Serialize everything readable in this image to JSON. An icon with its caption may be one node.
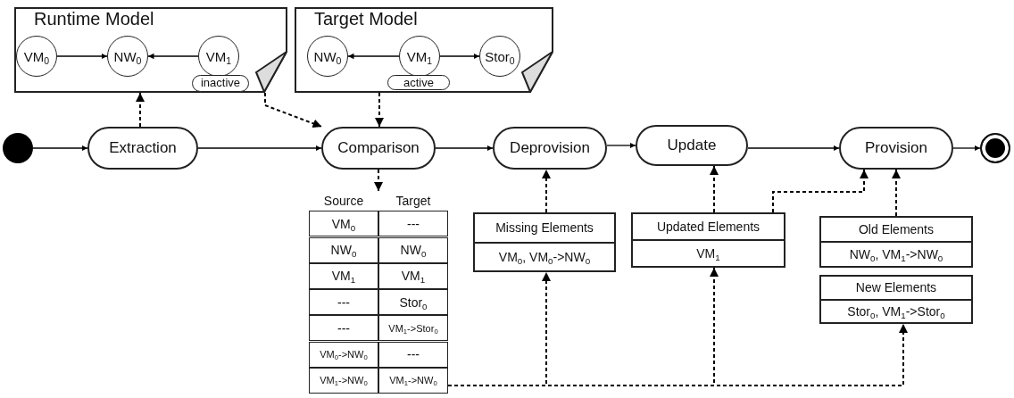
{
  "diagram": {
    "nodes": [
      {
        "text": [
          "Runtime Model"
        ]
      },
      {
        "text": [
          "VM$_{0}$"
        ],
        "in": 0
      },
      {
        "text": [
          "NW$_{0}$"
        ],
        "in": 0
      },
      {
        "text": [
          "VM$_{1}$"
        ],
        "in": 0,
        "beside": [
          "inactive"
        ]
      },
      {
        "text": [
          "Target Model"
        ]
      },
      {
        "text": [
          "NW$_{0}$"
        ],
        "in": 4
      },
      {
        "text": [
          "VM$_{1}$"
        ],
        "in": 4,
        "beside": [
          "active"
        ]
      },
      {
        "text": [
          "Stor$_{0}$"
        ],
        "in": 4
      },
      {
        "text": [],
        "shape": "circle"
      },
      {
        "text": [
          "Extraction"
        ]
      },
      {
        "text": [
          "Comparison"
        ]
      },
      {
        "text": [
          "Deprovision"
        ]
      },
      {
        "text": [
          "Update"
        ]
      },
      {
        "text": [
          "Provision"
        ]
      },
      {
        "text": [],
        "shape": "circle"
      },
      {
        "text": [
          "Source",
          "Target",
          "VM$_{0}$",
          "---",
          "NW$_{0}$",
          "NW$_{0}$",
          "VM$_{1}$",
          "VM$_{1}$",
          "---",
          "Stor$_{0}$",
          "---",
          "VM$_{1}$->Stor$_{0}$",
          "VM$_{0}$->NW$_{0}$",
          "---",
          "VM$_{1}$->NW$_{0}$",
          "VM$_{1}$->NW$_{0}$"
        ]
      },
      {
        "text": [
          "Missing Elements",
          "VM$_{0}$, VM$_{0}$->NW$_{0}$"
        ]
      },
      {
        "text": [
          "Updated Elements",
          "VM$_{1}$"
        ]
      },
      {
        "text": [
          "Old Elements",
          "NW$_{0}$, VM$_{1}$->NW$_{0}$"
        ]
      },
      {
        "text": [
          "New Elements",
          "Stor$_{0}$, VM$_{1}$->Stor$_{0}$"
        ]
      }
    ],
    "edges": [
      {
        "from": 1,
        "to": 2,
        "arrow": "to"
      },
      {
        "from": 3,
        "to": 2,
        "arrow": "to"
      },
      {
        "from": 6,
        "to": 5,
        "arrow": "to"
      },
      {
        "from": 6,
        "to": 7,
        "arrow": "to"
      },
      {
        "from": 8,
        "to": 9,
        "arrow": "to"
      },
      {
        "from": 9,
        "to": 10,
        "arrow": "to"
      },
      {
        "from": 10,
        "to": 11,
        "arrow": "to"
      },
      {
        "from": 11,
        "to": 12,
        "arrow": "to"
      },
      {
        "from": 12,
        "to": 13,
        "arrow": "to"
      },
      {
        "from": 13,
        "to": 14,
        "arrow": "to"
      },
      {
        "from": 9,
        "to": 0,
        "arrow": "to",
        "style": "dashed"
      },
      {
        "from": 0,
        "to": 10,
        "arrow": "to",
        "style": "dashed"
      },
      {
        "from": 4,
        "to": 10,
        "arrow": "to",
        "style": "dashed"
      },
      {
        "from": 10,
        "to": 15,
        "arrow": "to",
        "style": "dashed"
      },
      {
        "from": 16,
        "to": 11,
        "arrow": "to",
        "style": "dashed"
      },
      {
        "from": 17,
        "to": 12,
        "arrow": "to",
        "style": "dashed"
      },
      {
        "from": 17,
        "to": 13,
        "arrow": "to",
        "style": "dashed"
      },
      {
        "from": 18,
        "to": 13,
        "arrow": "to",
        "style": "dashed"
      },
      {
        "from": 15,
        "to": 16,
        "arrow": "to",
        "style": "dashed"
      },
      {
        "from": 15,
        "to": 17,
        "arrow": "to",
        "style": "dashed"
      },
      {
        "from": 15,
        "to": 19,
        "arrow": "to",
        "style": "dashed"
      }
    ]
  }
}
